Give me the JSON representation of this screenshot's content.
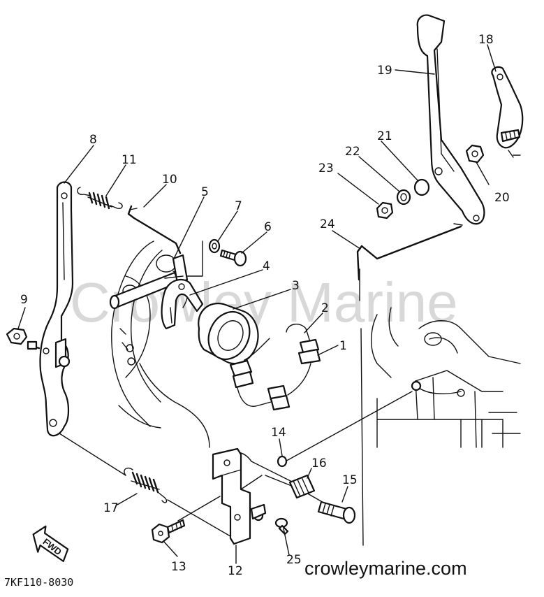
{
  "watermark": "Crowley Marine",
  "footer_code": "7KF110-8030",
  "footer_site": "crowleymarine.com",
  "fwd_label": "FWD",
  "callouts": [
    "1",
    "2",
    "3",
    "4",
    "5",
    "6",
    "7",
    "8",
    "9",
    "10",
    "11",
    "12",
    "13",
    "14",
    "15",
    "16",
    "17",
    "18",
    "19",
    "20",
    "21",
    "22",
    "23",
    "24",
    "25"
  ]
}
